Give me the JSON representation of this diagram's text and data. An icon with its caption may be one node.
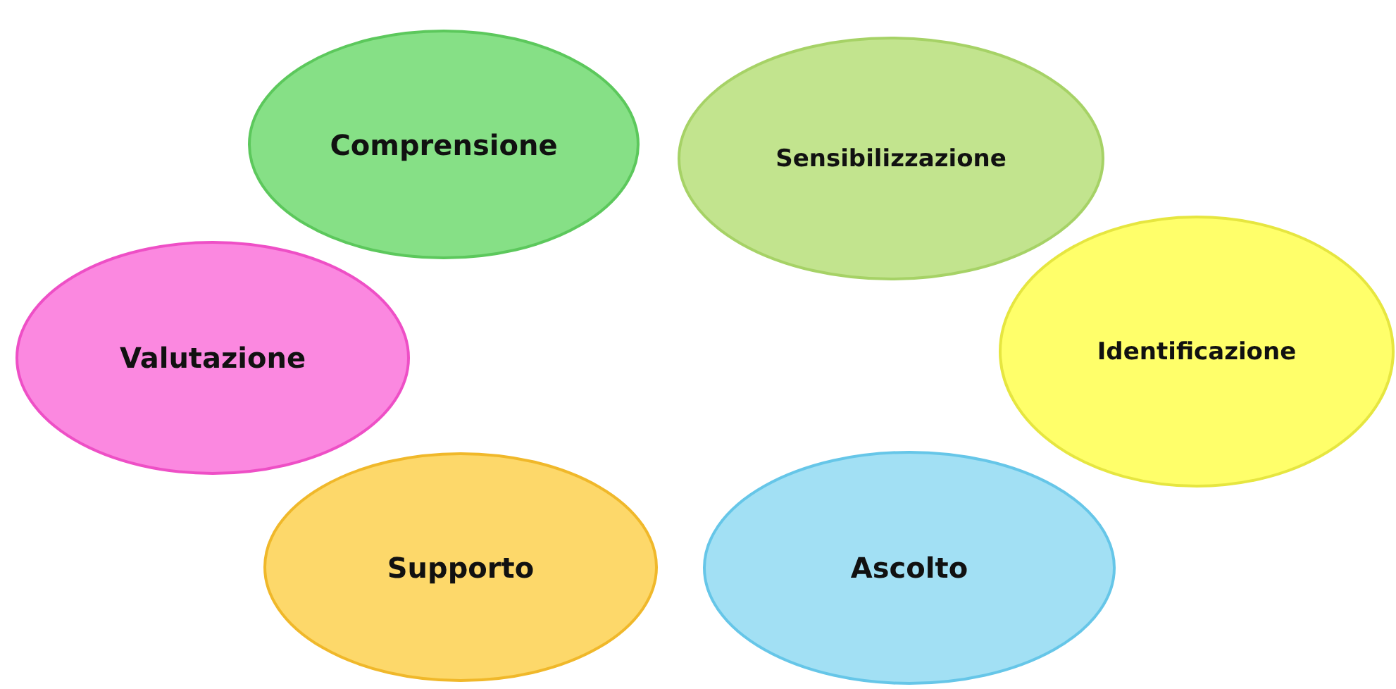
{
  "diagram": {
    "nodes": [
      {
        "text": [
          "Comprensione"
        ]
      },
      {
        "text": [
          "Sensibilizzazione"
        ]
      },
      {
        "text": [
          "Valutazione"
        ]
      },
      {
        "text": [
          "Identificazione"
        ]
      },
      {
        "text": [
          "Supporto"
        ]
      },
      {
        "text": [
          "Ascolto"
        ]
      }
    ]
  }
}
